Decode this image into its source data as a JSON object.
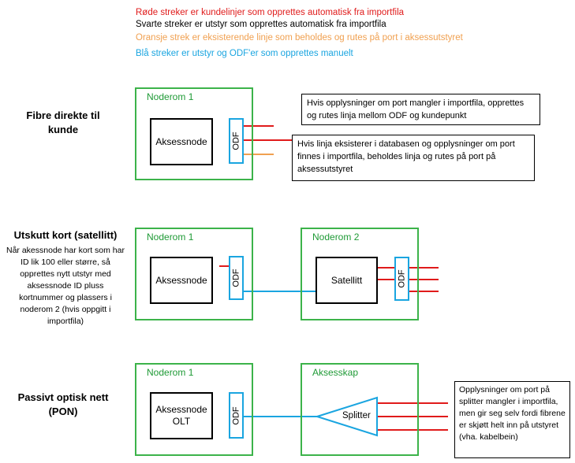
{
  "legend": {
    "red": {
      "text": "Røde streker er kundelinjer som opprettes automatisk fra importfila",
      "color": "#e01b1b"
    },
    "black": {
      "text": "Svarte streker er utstyr som opprettes automatisk fra importfila",
      "color": "#000000"
    },
    "orange": {
      "text": "Oransje strek er eksisterende linje som beholdes og rutes på port i aksessutstyret",
      "color": "#f0a050"
    },
    "blue": {
      "text": "Blå streker er utstyr og ODF'er som opprettes manuelt",
      "color": "#1aa5e0"
    }
  },
  "section1": {
    "title": "Fibre direkte til kunde",
    "room_label": "Noderom 1",
    "node": "Aksessnode",
    "odf": "ODF",
    "note1": "Hvis opplysninger om port mangler i importfila, opprettes og rutes linja mellom ODF og kundepunkt",
    "note2": "Hvis linja eksisterer i databasen og opplysninger om port finnes i importfila, beholdes linja og rutes på port på aksessutstyret"
  },
  "section2": {
    "title": "Utskutt kort (satellitt)",
    "description": "Når akessnode har kort som har ID lik 100 eller større, så opprettes nytt utstyr med aksessnode ID pluss kortnummer og plassers i noderom 2 (hvis oppgitt i importfila)",
    "room1_label": "Noderom 1",
    "room2_label": "Noderom 2",
    "node": "Aksessnode",
    "odf1": "ODF",
    "satellite": "Satellitt",
    "odf2": "ODF"
  },
  "section3": {
    "title": "Passivt optisk nett (PON)",
    "room1_label": "Noderom 1",
    "room2_label": "Aksesskap",
    "node_line1": "Aksessnode",
    "node_line2": "OLT",
    "odf": "ODF",
    "splitter": "Splitter",
    "note": "Opplysninger om port på splitter mangler i importfila, men gir seg selv fordi fibrene er skjøtt helt inn på utstyret (vha. kabelbein)"
  },
  "colors": {
    "room_border": "#3cb34a",
    "line_red": "#e01b1b",
    "line_orange": "#f0a050",
    "line_blue": "#1aa5e0"
  }
}
